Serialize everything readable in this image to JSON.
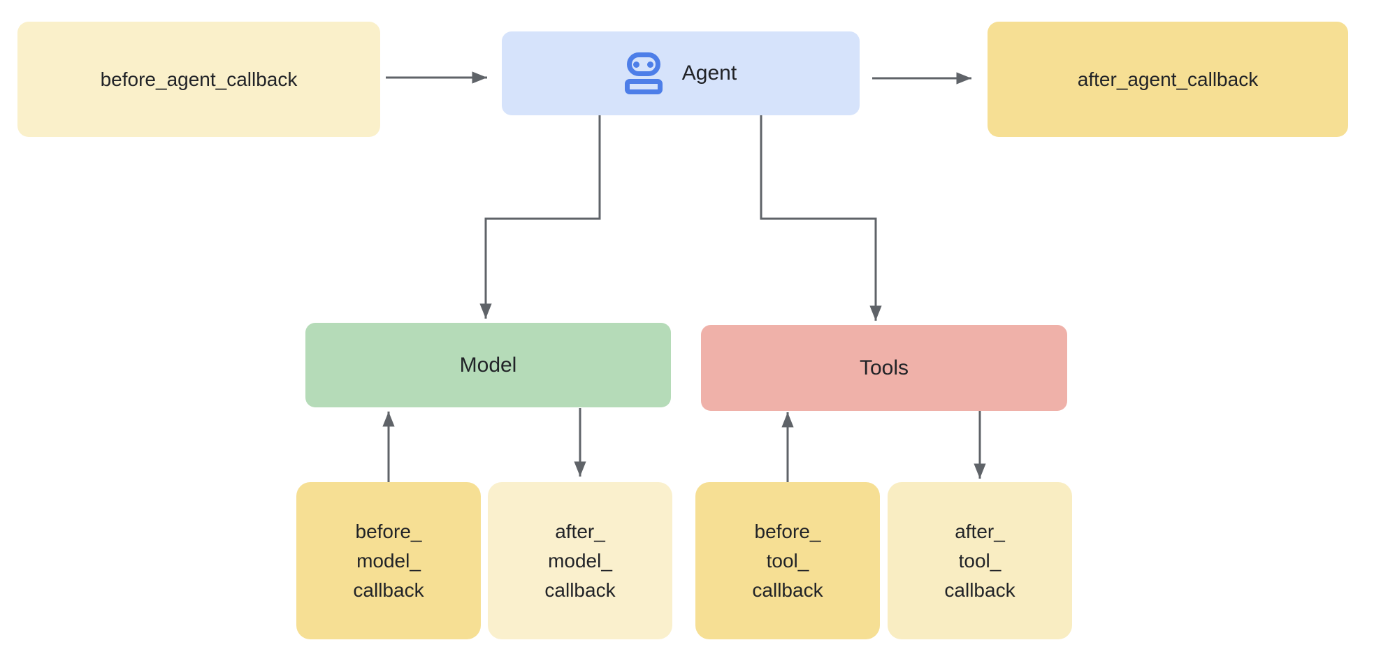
{
  "diagram": {
    "nodes": {
      "before_agent": {
        "label": "before_agent_callback",
        "fill": "#faf0ca"
      },
      "agent": {
        "label": "Agent",
        "icon": "robot-icon",
        "fill": "#d6e3fb"
      },
      "after_agent": {
        "label": "after_agent_callback",
        "fill": "#f6df94"
      },
      "model": {
        "label": "Model",
        "fill": "#b5dbb8"
      },
      "tools": {
        "label": "Tools",
        "fill": "#efb1a9"
      },
      "before_model": {
        "label": "before_\nmodel_\ncallback",
        "fill": "#f6df94"
      },
      "after_model": {
        "label": "after_\nmodel_\ncallback",
        "fill": "#faf0cd"
      },
      "before_tool": {
        "label": "before_\ntool_\ncallback",
        "fill": "#f6df94"
      },
      "after_tool": {
        "label": "after_\ntool_\ncallback",
        "fill": "#f9edc2"
      }
    },
    "edges": [
      {
        "from": "before_agent",
        "to": "agent"
      },
      {
        "from": "agent",
        "to": "after_agent"
      },
      {
        "from": "agent",
        "to": "model"
      },
      {
        "from": "agent",
        "to": "tools"
      },
      {
        "from": "before_model",
        "to": "model"
      },
      {
        "from": "model",
        "to": "after_model"
      },
      {
        "from": "before_tool",
        "to": "tools"
      },
      {
        "from": "tools",
        "to": "after_tool"
      }
    ],
    "colors": {
      "background": "#ffffff",
      "arrow": "#5f6368",
      "text": "#212327",
      "robot_blue": "#4d7ee8"
    }
  }
}
